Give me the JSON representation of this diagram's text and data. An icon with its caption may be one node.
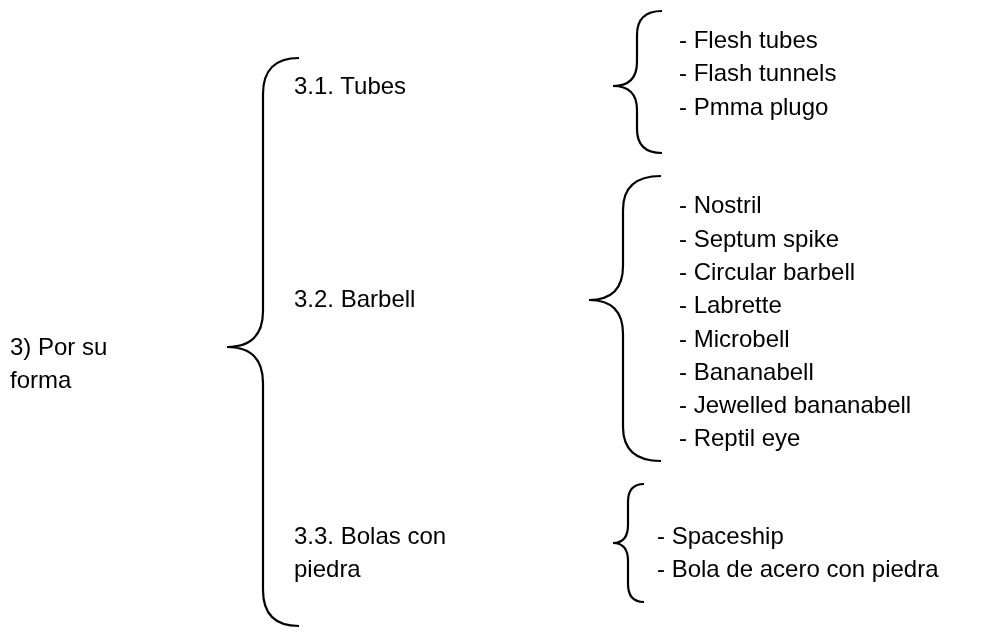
{
  "diagram": {
    "labels": [
      "3) Por su forma",
      "3.1. Tubes",
      "- Flesh tubes",
      "- Flash tunnels",
      "- Pmma plugo",
      "3.2. Barbell",
      "- Nostril",
      "- Septum spike",
      "- Circular barbell",
      "- Labrette",
      "- Microbell",
      "- Bananabell",
      "- Jewelled bananabell",
      "- Reptil eye",
      "3.3. Bolas con piedra",
      "- Spaceship",
      "- Bola de acero con piedra"
    ]
  }
}
